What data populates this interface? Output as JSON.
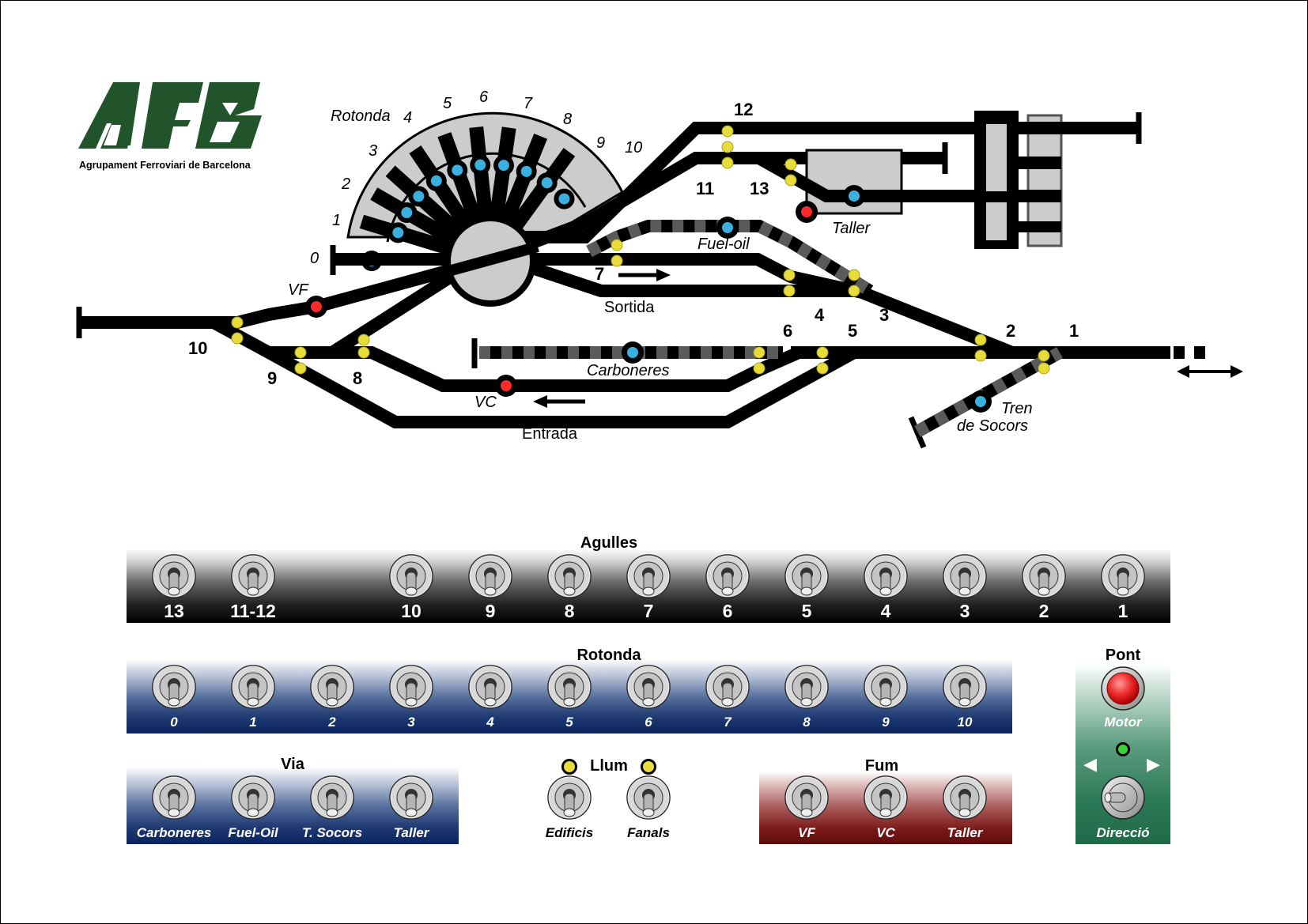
{
  "logo": {
    "letters": "AFB",
    "subtitle": "Agrupament Ferroviari de Barcelona",
    "color": "#22542c"
  },
  "colors": {
    "track": "#000000",
    "track_dash": "#5a5a5a",
    "roundhouse_fill": "#cccccc",
    "sensor_blue": "#3ab0e0",
    "signal_red": "#ff2a2a",
    "switch_yellow": "#e8dc3a",
    "led_green": "#3ad43a"
  },
  "diagram": {
    "rotonda_label": "Rotonda",
    "rotonda_tracks": [
      "0",
      "1",
      "2",
      "3",
      "4",
      "5",
      "6",
      "7",
      "8",
      "9",
      "10"
    ],
    "switch_numbers": [
      "1",
      "2",
      "3",
      "4",
      "5",
      "6",
      "7",
      "8",
      "9",
      "10",
      "11",
      "12",
      "13"
    ],
    "places": {
      "vf": "VF",
      "vc": "VC",
      "fuel_oil": "Fuel-oil",
      "carboneres": "Carboneres",
      "taller": "Taller",
      "tren_socors_line1": "Tren",
      "tren_socors_line2": "de Socors",
      "sortida": "Sortida",
      "entrada": "Entrada"
    }
  },
  "panels": {
    "agulles": {
      "title": "Agulles",
      "switches": [
        "13",
        "11-12",
        "10",
        "9",
        "8",
        "7",
        "6",
        "5",
        "4",
        "3",
        "2",
        "1"
      ]
    },
    "rotonda": {
      "title": "Rotonda",
      "switches": [
        "0",
        "1",
        "2",
        "3",
        "4",
        "5",
        "6",
        "7",
        "8",
        "9",
        "10"
      ]
    },
    "via": {
      "title": "Via",
      "switches": [
        "Carboneres",
        "Fuel-Oil",
        "T. Socors",
        "Taller"
      ]
    },
    "llum": {
      "title": "Llum",
      "switches": [
        "Edificis",
        "Fanals"
      ]
    },
    "fum": {
      "title": "Fum",
      "switches": [
        "VF",
        "VC",
        "Taller"
      ]
    },
    "pont": {
      "title": "Pont",
      "motor_label": "Motor",
      "direction_label": "Direcció",
      "left_arrow": "◀",
      "right_arrow": "▶"
    }
  }
}
